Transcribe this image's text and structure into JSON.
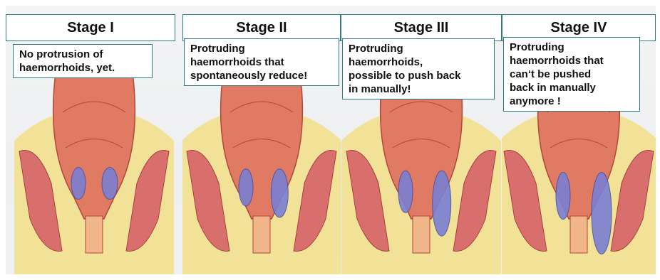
{
  "stages": [
    {
      "title": "Stage I",
      "lines": [
        "No protrusion of",
        "haemorrhoids, yet."
      ]
    },
    {
      "title": "Stage II",
      "lines": [
        "Protruding",
        "haemorrhoids that",
        "spontaneously reduce!"
      ]
    },
    {
      "title": "Stage III",
      "lines": [
        "Protruding",
        "haemorrhoids,",
        "possible to push back",
        "in manually!"
      ]
    },
    {
      "title": "Stage IV",
      "lines": [
        "Protruding",
        "haemorrhoids that",
        "can‘t be pushed",
        "back in manually",
        "anymore !"
      ]
    }
  ],
  "prolapse_levels": [
    0,
    0.33,
    0.67,
    1.0
  ],
  "colors": {
    "border": "#2f7a7d",
    "fat": "#f3dd7a",
    "muscle": "#d96f6c",
    "mucosa": "#e07a62",
    "haemorrhoid": "#7b7fd3"
  }
}
